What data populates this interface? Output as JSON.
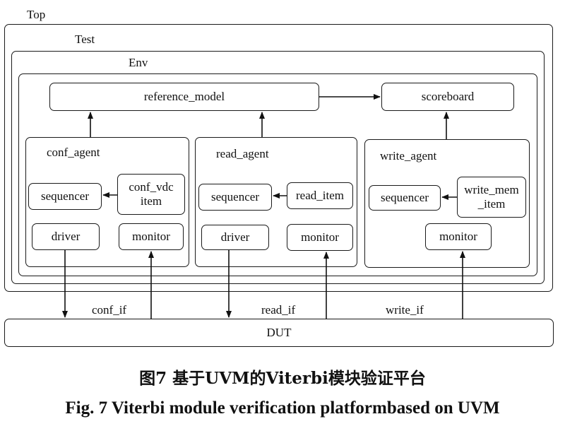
{
  "containers": {
    "top": "Top",
    "test": "Test",
    "env": "Env"
  },
  "models": {
    "reference_model": "reference_model",
    "scoreboard": "scoreboard"
  },
  "agents": {
    "conf": {
      "name": "conf_agent",
      "sequencer": "sequencer",
      "item_line1": "conf_vdc",
      "item_line2": "item",
      "driver": "driver",
      "monitor": "monitor"
    },
    "read": {
      "name": "read_agent",
      "sequencer": "sequencer",
      "item": "read_item",
      "driver": "driver",
      "monitor": "monitor"
    },
    "write": {
      "name": "write_agent",
      "sequencer": "sequencer",
      "item_line1": "write_mem",
      "item_line2": "_item",
      "monitor": "monitor"
    }
  },
  "interfaces": {
    "conf_if": "conf_if",
    "read_if": "read_if",
    "write_if": "write_if"
  },
  "dut": "DUT",
  "caption": {
    "zh": "图7  基于UVM的Viterbi模块验证平台",
    "en": "Fig. 7  Viterbi module verification platformbased on UVM"
  }
}
